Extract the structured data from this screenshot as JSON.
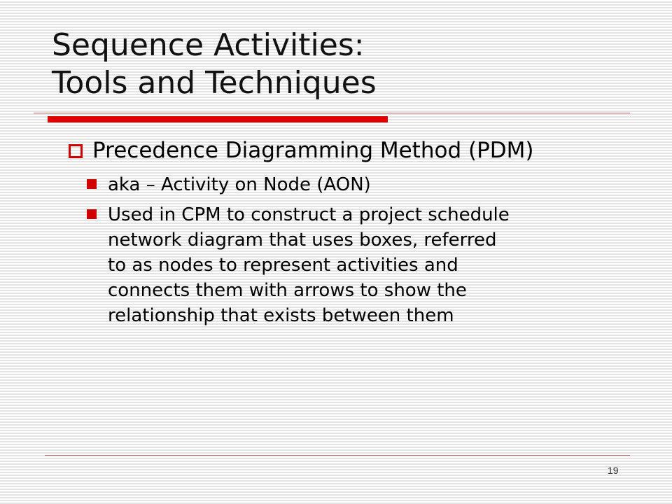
{
  "slide": {
    "title_lines": [
      "Sequence Activities:",
      "Tools and Techniques"
    ],
    "bullet": {
      "text": "Precedence Diagramming Method (PDM)",
      "sub_bullets": [
        {
          "lines": [
            "aka – Activity on Node (AON)"
          ]
        },
        {
          "lines": [
            "Used in CPM to construct a project schedule",
            "network diagram that uses boxes, referred",
            "to as nodes to represent activities and",
            "connects them with arrows to show the",
            "relationship that exists between them"
          ]
        }
      ]
    },
    "page_number": "19"
  },
  "colors": {
    "accent": "#e00000",
    "bullet": "#d00000",
    "rule": "#c86e6e"
  }
}
